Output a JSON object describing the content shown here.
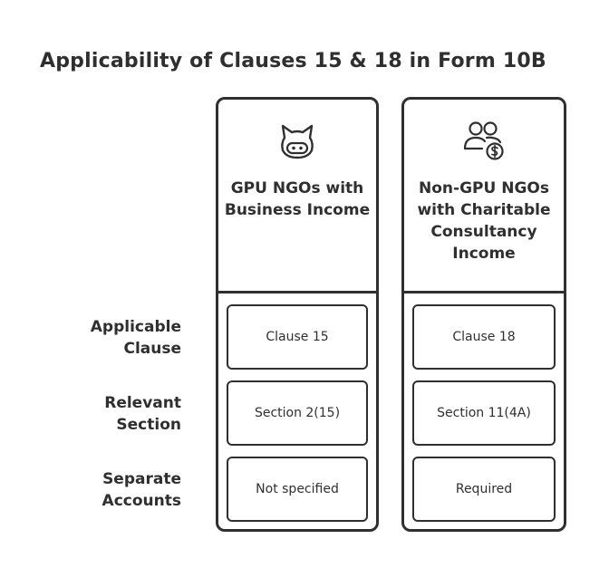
{
  "title": "Applicability of Clauses 15 & 18 in Form 10B",
  "columns": [
    {
      "title": "GPU NGOs with Business Income",
      "icon": "cat-face-icon",
      "cells": [
        "Clause 15",
        "Section 2(15)",
        "Not specified"
      ]
    },
    {
      "title": "Non-GPU NGOs with Charitable Consultancy Income",
      "icon": "users-dollar-icon",
      "cells": [
        "Clause 18",
        "Section 11(4A)",
        "Required"
      ]
    }
  ],
  "rows": [
    {
      "label_line1": "Applicable",
      "label_line2": "Clause"
    },
    {
      "label_line1": "Relevant",
      "label_line2": "Section"
    },
    {
      "label_line1": "Separate",
      "label_line2": "Accounts"
    }
  ],
  "colors": {
    "ink": "#2f2f2f",
    "background": "#ffffff"
  }
}
